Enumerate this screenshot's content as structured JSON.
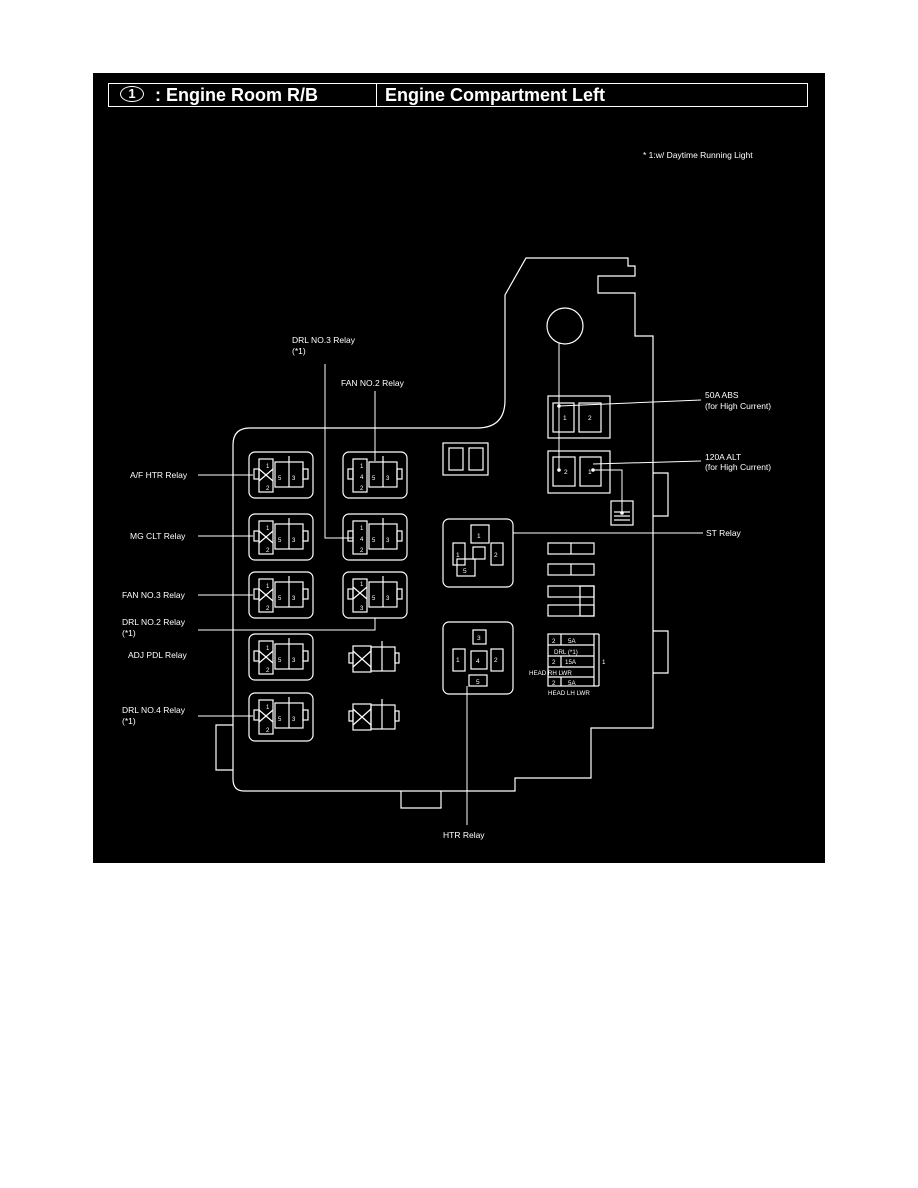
{
  "header": {
    "number": "1",
    "component": ": Engine Room R/B",
    "location": "Engine Compartment Left"
  },
  "footnote": "* 1:w/ Daytime Running Light",
  "labels": {
    "drl_no3_relay": "DRL NO.3 Relay",
    "drl_no3_note": "(*1)",
    "fan_no2_relay": "FAN NO.2 Relay",
    "af_htr_relay": "A/F HTR Relay",
    "mg_clt_relay": "MG CLT Relay",
    "fan_no3_relay": "FAN NO.3 Relay",
    "drl_no2_relay": "DRL NO.2 Relay",
    "drl_no2_note": "(*1)",
    "adj_pdl_relay": "ADJ PDL Relay",
    "drl_no4_relay": "DRL NO.4 Relay",
    "drl_no4_note": "(*1)",
    "fuse_50a_abs": "50A ABS",
    "fuse_50a_note": "(for High Current)",
    "fuse_120a_alt": "120A ALT",
    "fuse_120a_note": "(for High Current)",
    "st_relay": "ST Relay",
    "htr_relay": "HTR Relay"
  },
  "fuse_panel": {
    "row1_pin": "2",
    "row1_amp": "5A",
    "row1_name": "DRL (*1)",
    "row2_pin": "2",
    "row2_amp": "15A",
    "row2_name": "HEAD RH LWR",
    "row3_pin": "2",
    "row3_amp": "5A",
    "row3_name": "HEAD LH LWR",
    "side_pin": "1"
  },
  "pins": {
    "p1": "1",
    "p2": "2",
    "p3": "3",
    "p4": "4",
    "p5": "5"
  }
}
